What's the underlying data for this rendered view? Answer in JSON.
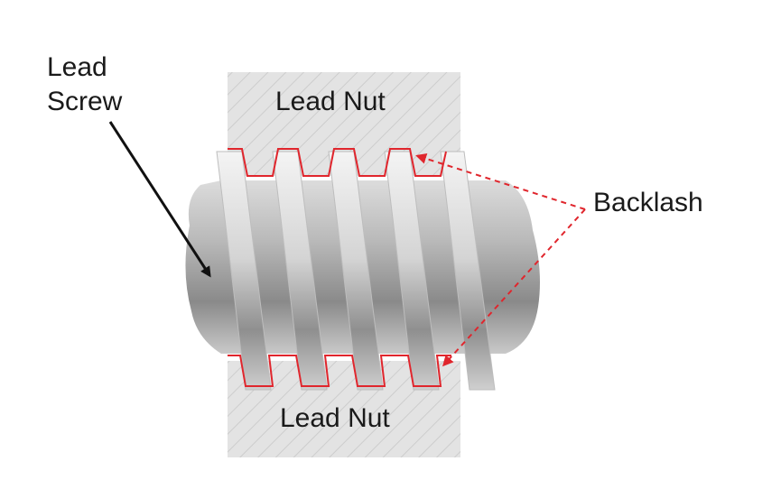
{
  "labels": {
    "lead_screw_line1": "Lead",
    "lead_screw_line2": "Screw",
    "lead_nut_top": "Lead Nut",
    "lead_nut_bottom": "Lead Nut",
    "backlash": "Backlash"
  },
  "colors": {
    "nut_fill": "#e3e3e3",
    "nut_hatch": "#cfcfcf",
    "screw_light": "#ececec",
    "screw_dark": "#7a7a7a",
    "backlash_red": "#e0262d",
    "arrow_black": "#111111"
  }
}
